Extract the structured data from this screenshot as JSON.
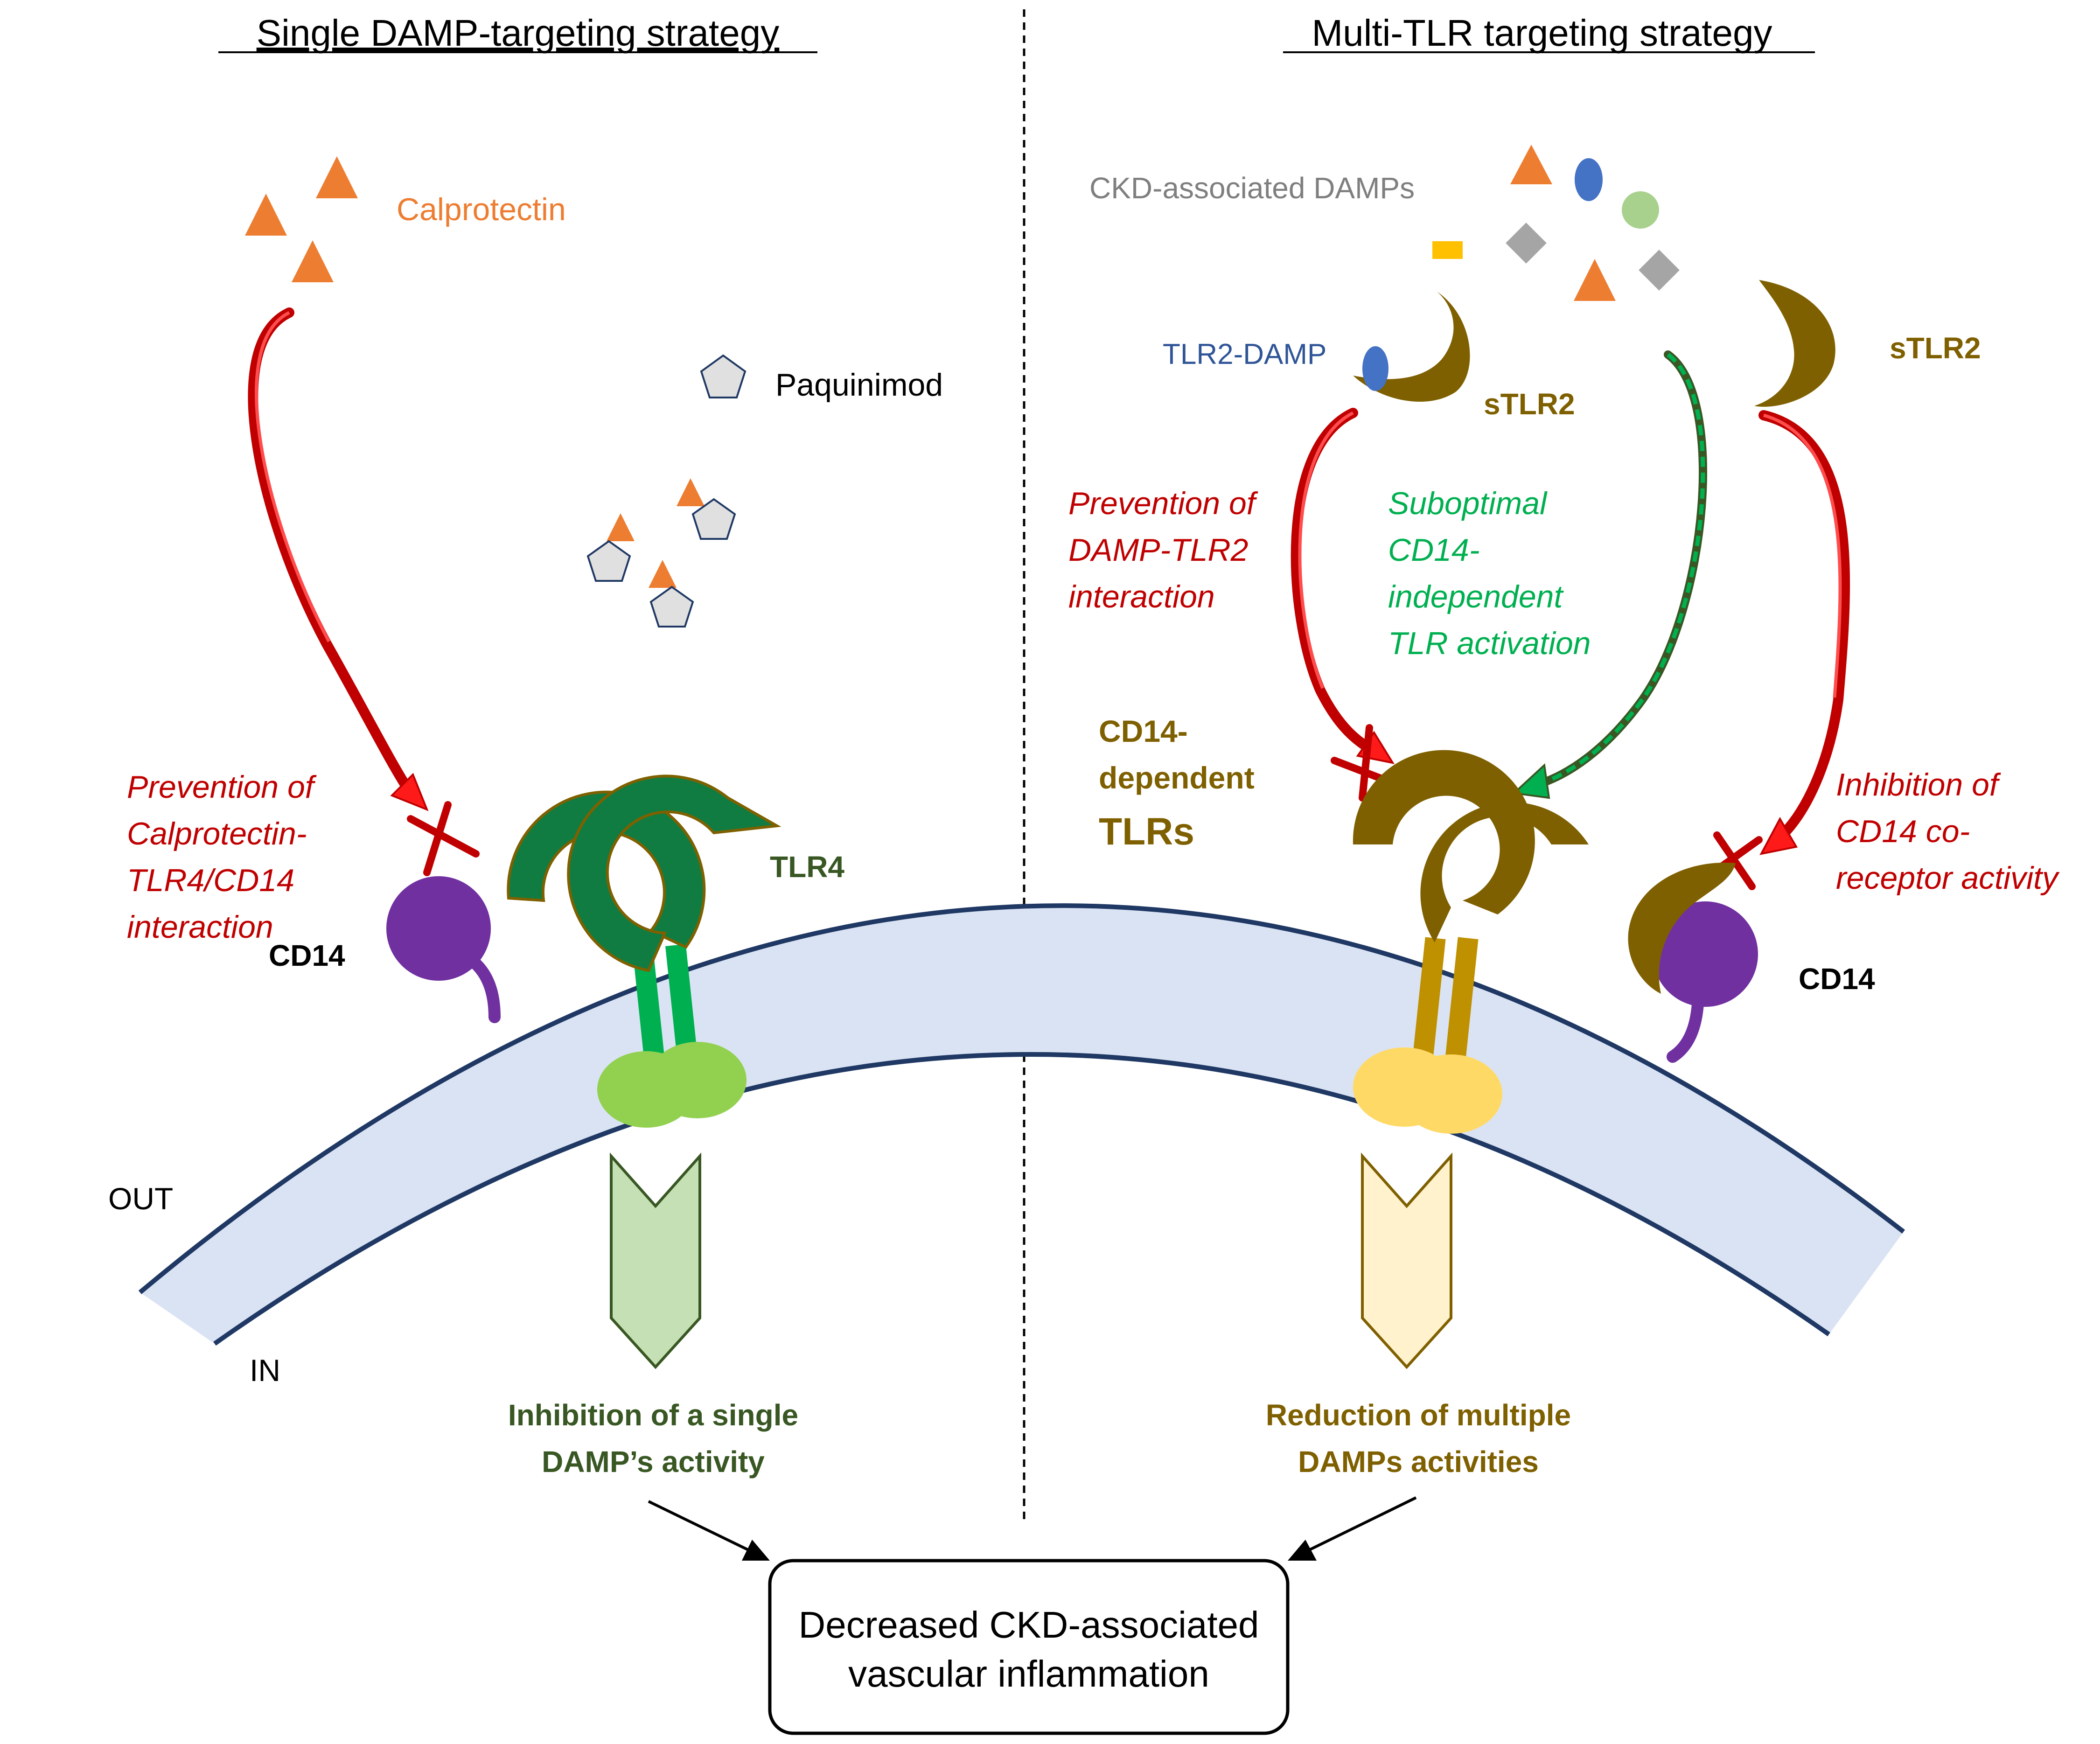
{
  "headings": {
    "left": "Single DAMP-targeting strategy",
    "right": "Multi-TLR targeting strategy"
  },
  "left_panel": {
    "calprotectin": "Calprotectin",
    "paquinimod": "Paquinimod",
    "prevention_lines": [
      "Prevention of",
      "Calprotectin-",
      "TLR4/CD14",
      "interaction"
    ],
    "cd14": "CD14",
    "tlr4": "TLR4",
    "outcome_lines": [
      "Inhibition of a single",
      "DAMP’s activity"
    ]
  },
  "right_panel": {
    "ckd_damps": "CKD-associated DAMPs",
    "tlr2_damp": "TLR2-DAMP",
    "stlr2_left": "sTLR2",
    "stlr2_right": "sTLR2",
    "prevention_lines": [
      "Prevention of",
      "DAMP-TLR2",
      "interaction"
    ],
    "suboptimal_lines": [
      "Suboptimal",
      "CD14-",
      "independent",
      "TLR activation"
    ],
    "cd14_dependent_lines": [
      "CD14-",
      "dependent",
      "TLRs"
    ],
    "inhibition_lines": [
      "Inhibition of",
      "CD14 co-",
      "receptor activity"
    ],
    "cd14": "CD14",
    "outcome_lines": [
      "Reduction of multiple",
      "DAMPs activities"
    ]
  },
  "membrane": {
    "out": "OUT",
    "in": "IN"
  },
  "final_box_lines": [
    "Decreased CKD-associated",
    "vascular inflammation"
  ],
  "colors": {
    "red_text": "#c00000",
    "green_text": "#00b050",
    "olive": "#7f6000",
    "dark_green": "#385723",
    "orange": "#ed7d31",
    "gray": "#7f7f7f",
    "blue": "#2f5597",
    "membrane_fill": "#dae3f3",
    "membrane_stroke": "#1f3864",
    "cd14_purple": "#7030a0",
    "tlr4_green": "#107c41",
    "light_green": "#92d050",
    "yellow": "#ffd966",
    "tlr_gold": "#bf9000"
  },
  "icons": [
    "calprotectin-triangle-icon",
    "paquinimod-pentagon-icon",
    "damp-ellipse-icon",
    "damp-circle-icon",
    "damp-diamond-icon",
    "damp-rectangle-icon",
    "block-x-icon",
    "chevron-arrow-icon"
  ]
}
